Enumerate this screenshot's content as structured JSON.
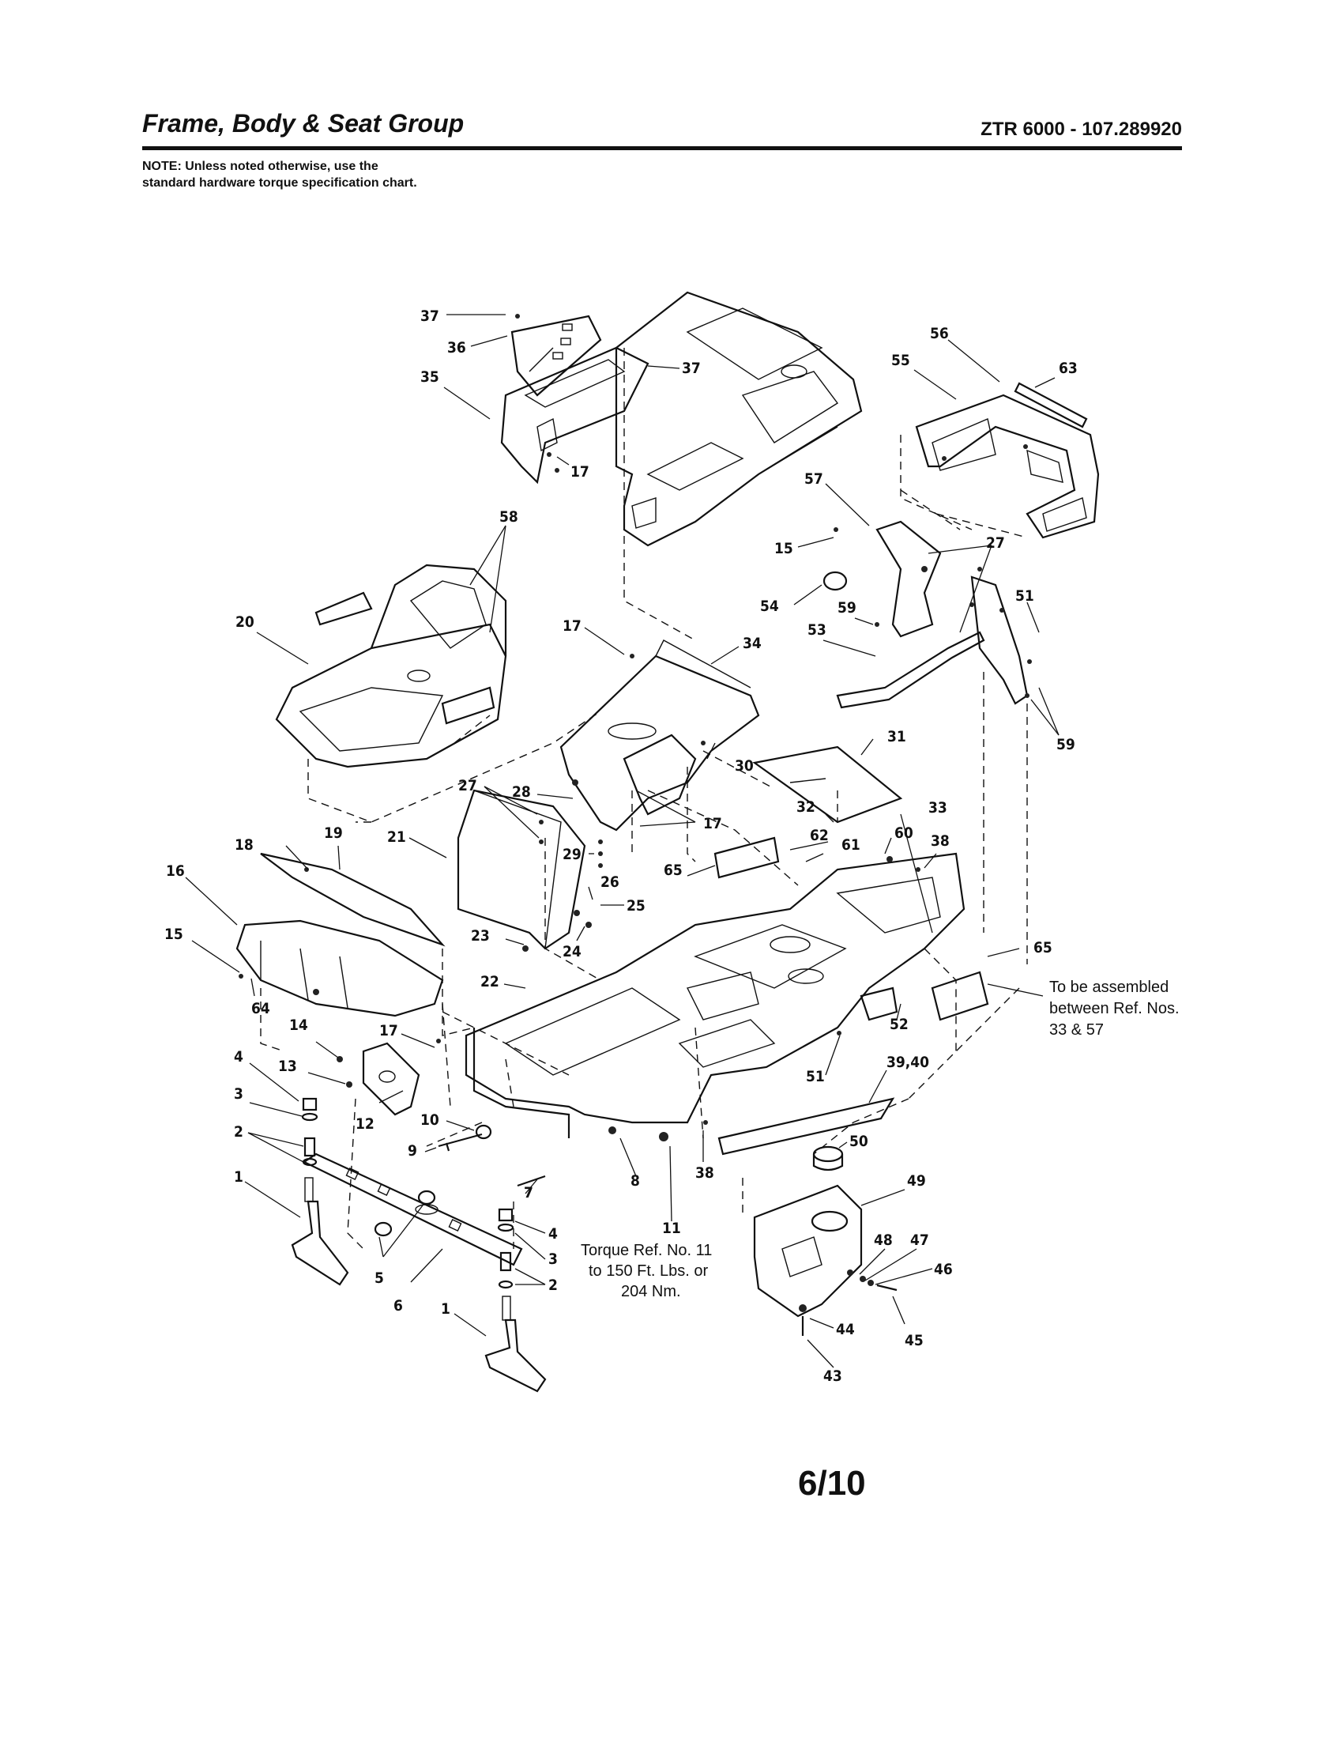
{
  "header": {
    "title": "Frame, Body & Seat Group",
    "model": "ZTR 6000 - 107.289920"
  },
  "note": "NOTE: Unless noted otherwise, use the standard hardware torque specification chart.",
  "callouts": [
    {
      "id": "c37a",
      "text": "37"
    },
    {
      "id": "c36",
      "text": "36"
    },
    {
      "id": "c35",
      "text": "35"
    },
    {
      "id": "c37b",
      "text": "37"
    },
    {
      "id": "c17a",
      "text": "17"
    },
    {
      "id": "c56",
      "text": "56"
    },
    {
      "id": "c55",
      "text": "55"
    },
    {
      "id": "c63",
      "text": "63"
    },
    {
      "id": "c58",
      "text": "58"
    },
    {
      "id": "c57",
      "text": "57"
    },
    {
      "id": "c15a",
      "text": "15"
    },
    {
      "id": "c27a",
      "text": "27"
    },
    {
      "id": "c20",
      "text": "20"
    },
    {
      "id": "c17b",
      "text": "17"
    },
    {
      "id": "c54",
      "text": "54"
    },
    {
      "id": "c59a",
      "text": "59"
    },
    {
      "id": "c51a",
      "text": "51"
    },
    {
      "id": "c34",
      "text": "34"
    },
    {
      "id": "c53",
      "text": "53"
    },
    {
      "id": "c59b",
      "text": "59"
    },
    {
      "id": "c31",
      "text": "31"
    },
    {
      "id": "c30",
      "text": "30"
    },
    {
      "id": "c27b",
      "text": "27"
    },
    {
      "id": "c28",
      "text": "28"
    },
    {
      "id": "c32",
      "text": "32"
    },
    {
      "id": "c33",
      "text": "33"
    },
    {
      "id": "c29",
      "text": "29"
    },
    {
      "id": "c17c",
      "text": "17"
    },
    {
      "id": "c60",
      "text": "60"
    },
    {
      "id": "c62",
      "text": "62"
    },
    {
      "id": "c61",
      "text": "61"
    },
    {
      "id": "c38a",
      "text": "38"
    },
    {
      "id": "c18",
      "text": "18"
    },
    {
      "id": "c19",
      "text": "19"
    },
    {
      "id": "c21",
      "text": "21"
    },
    {
      "id": "c65a",
      "text": "65"
    },
    {
      "id": "c16",
      "text": "16"
    },
    {
      "id": "c26",
      "text": "26"
    },
    {
      "id": "c25",
      "text": "25"
    },
    {
      "id": "c23",
      "text": "23"
    },
    {
      "id": "c24",
      "text": "24"
    },
    {
      "id": "c15b",
      "text": "15"
    },
    {
      "id": "c65b",
      "text": "65"
    },
    {
      "id": "c22",
      "text": "22"
    },
    {
      "id": "c64",
      "text": "64"
    },
    {
      "id": "c52",
      "text": "52"
    },
    {
      "id": "c14",
      "text": "14"
    },
    {
      "id": "c17d",
      "text": "17"
    },
    {
      "id": "c4a",
      "text": "4"
    },
    {
      "id": "c13",
      "text": "13"
    },
    {
      "id": "c39_40",
      "text": "39,40"
    },
    {
      "id": "c51b",
      "text": "51"
    },
    {
      "id": "c3a",
      "text": "3"
    },
    {
      "id": "c12",
      "text": "12"
    },
    {
      "id": "c10",
      "text": "10"
    },
    {
      "id": "c2a",
      "text": "2"
    },
    {
      "id": "c9",
      "text": "9"
    },
    {
      "id": "c50",
      "text": "50"
    },
    {
      "id": "c8",
      "text": "8"
    },
    {
      "id": "c38b",
      "text": "38"
    },
    {
      "id": "c1a",
      "text": "1"
    },
    {
      "id": "c7",
      "text": "7"
    },
    {
      "id": "c49",
      "text": "49"
    },
    {
      "id": "c11",
      "text": "11"
    },
    {
      "id": "c4b",
      "text": "4"
    },
    {
      "id": "c3b",
      "text": "3"
    },
    {
      "id": "c48",
      "text": "48"
    },
    {
      "id": "c47",
      "text": "47"
    },
    {
      "id": "c5",
      "text": "5"
    },
    {
      "id": "c2b",
      "text": "2"
    },
    {
      "id": "c46",
      "text": "46"
    },
    {
      "id": "c6",
      "text": "6"
    },
    {
      "id": "c1b",
      "text": "1"
    },
    {
      "id": "c44",
      "text": "44"
    },
    {
      "id": "c45",
      "text": "45"
    },
    {
      "id": "c43",
      "text": "43"
    }
  ],
  "annotations": {
    "assembly_note_1": "To be assembled",
    "assembly_note_2": "between Ref. Nos.",
    "assembly_note_3": "33 & 57",
    "torque_note_1": "Torque Ref. No. 11",
    "torque_note_2": "to 150 Ft. Lbs. or",
    "torque_note_3": "204 Nm."
  },
  "page_number": "6/10"
}
